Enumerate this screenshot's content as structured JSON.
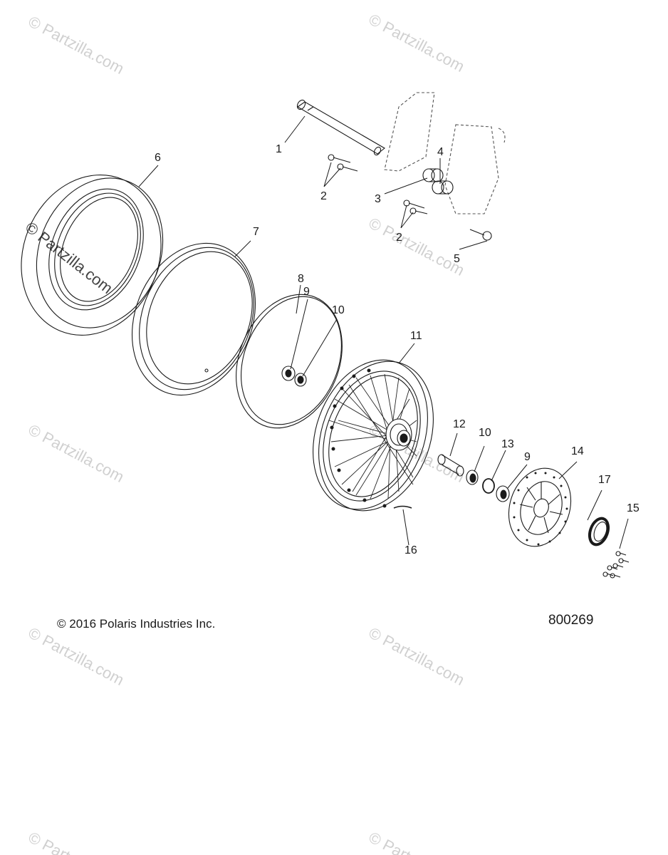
{
  "diagram": {
    "watermark": "© Partzilla.com",
    "copyright": "© 2016 Polaris Industries Inc.",
    "drawing_number": "800269",
    "callouts": {
      "c1": "1",
      "c2a": "2",
      "c2b": "2",
      "c3": "3",
      "c4": "4",
      "c5": "5",
      "c6": "6",
      "c7": "7",
      "c8": "8",
      "c9a": "9",
      "c9b": "9",
      "c10a": "10",
      "c10b": "10",
      "c11": "11",
      "c12": "12",
      "c13": "13",
      "c14": "14",
      "c15": "15",
      "c16": "16",
      "c17": "17"
    }
  }
}
